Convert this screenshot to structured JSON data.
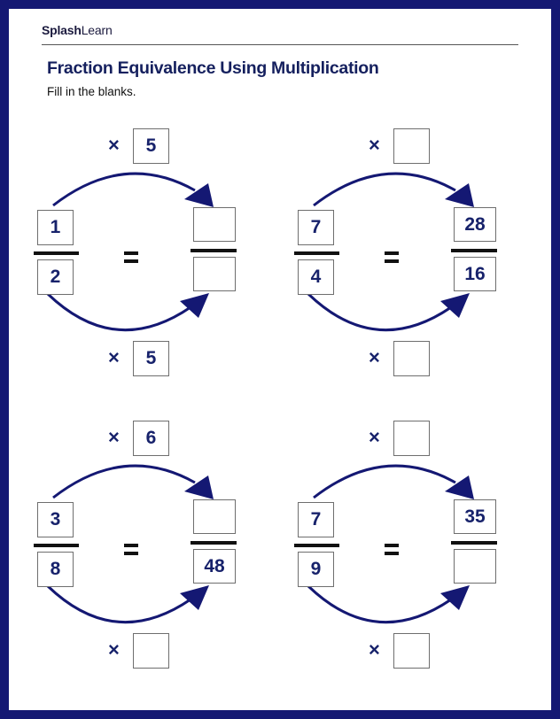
{
  "header": {
    "logo_bold": "Splash",
    "logo_regular": "Learn",
    "title": "Fraction Equivalence Using Multiplication",
    "instructions": "Fill in the blanks."
  },
  "symbols": {
    "times": "×",
    "equals": "="
  },
  "colors": {
    "frame": "#141873",
    "accent_navy": "#17226b",
    "arrow": "#141873",
    "bar": "#111111"
  },
  "problems": [
    {
      "top_multiplier": "5",
      "bottom_multiplier": "5",
      "left_numerator": "1",
      "left_denominator": "2",
      "right_numerator": "",
      "right_denominator": ""
    },
    {
      "top_multiplier": "",
      "bottom_multiplier": "",
      "left_numerator": "7",
      "left_denominator": "4",
      "right_numerator": "28",
      "right_denominator": "16"
    },
    {
      "top_multiplier": "6",
      "bottom_multiplier": "",
      "left_numerator": "3",
      "left_denominator": "8",
      "right_numerator": "",
      "right_denominator": "48"
    },
    {
      "top_multiplier": "",
      "bottom_multiplier": "",
      "left_numerator": "7",
      "left_denominator": "9",
      "right_numerator": "35",
      "right_denominator": ""
    }
  ]
}
